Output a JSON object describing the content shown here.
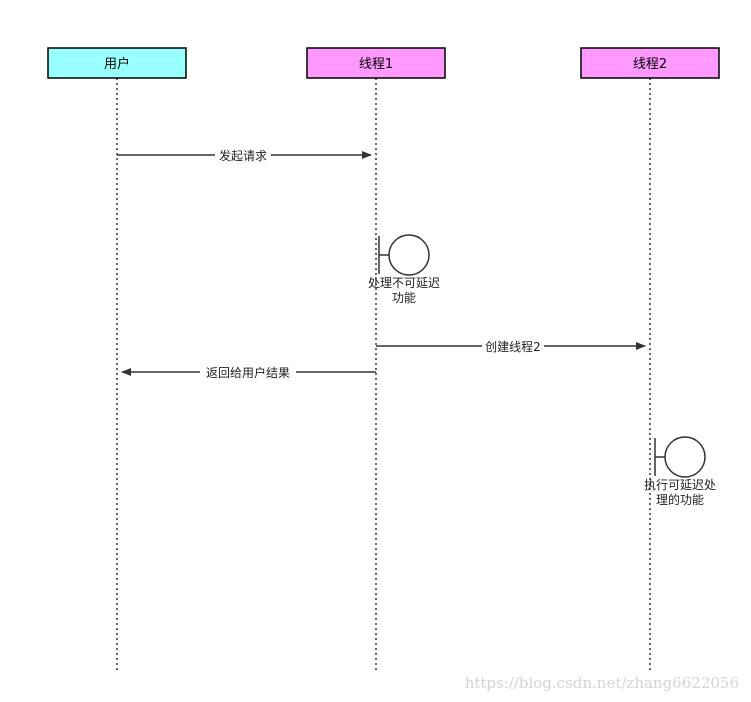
{
  "colors": {
    "actor_user_fill": "#99ffff",
    "actor_thread_fill": "#ff99ff",
    "stroke": "#333333"
  },
  "actors": [
    {
      "id": "user",
      "label": "用户",
      "icon": "participant-box"
    },
    {
      "id": "thread1",
      "label": "线程1",
      "icon": "participant-box"
    },
    {
      "id": "thread2",
      "label": "线程2",
      "icon": "participant-box"
    }
  ],
  "messages": [
    {
      "label": "发起请求",
      "from": "user",
      "to": "thread1"
    },
    {
      "label": "创建线程2",
      "from": "thread1",
      "to": "thread2"
    },
    {
      "label": "返回给用户结果",
      "from": "thread1",
      "to": "user"
    }
  ],
  "boundaries": [
    {
      "lines": [
        "处理不可延迟",
        "功能"
      ],
      "icon": "boundary-icon"
    },
    {
      "lines": [
        "执行可延迟处",
        "理的功能"
      ],
      "icon": "boundary-icon"
    }
  ],
  "watermark": "https://blog.csdn.net/zhang6622056"
}
